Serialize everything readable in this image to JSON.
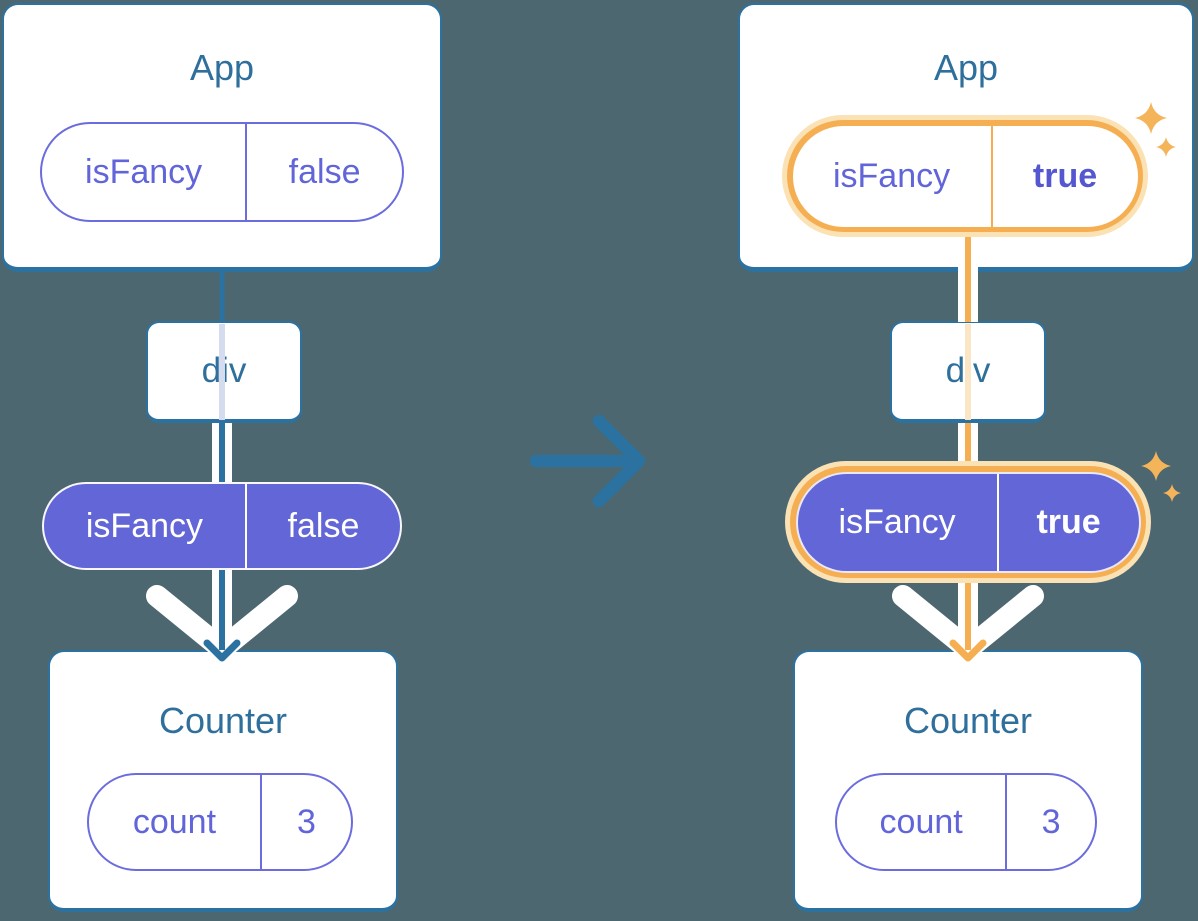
{
  "colors": {
    "bg": "#4D6770",
    "lineBlue": "#2C72A1",
    "textBlue": "#2E6F9B",
    "purpleFill": "#6366D6",
    "purpleBorder": "#6B6CDE",
    "purpleText": "#6165D9",
    "purpleBold": "#5457CF",
    "orange": "#F5AF52",
    "orangeHalo": "#FBE2B4",
    "orangePale": "#FAE5C4",
    "bluePale": "#D6DCEF",
    "sparkle": "#F4B45A",
    "arrowBlue": "#2C72A1"
  },
  "before": {
    "app": {
      "title": "App",
      "state_pill": {
        "key": "isFancy",
        "value": "false"
      }
    },
    "div_label": "div",
    "prop_pill": {
      "key": "isFancy",
      "value": "false"
    },
    "counter": {
      "title": "Counter",
      "state_pill": {
        "key": "count",
        "value": "3"
      }
    }
  },
  "after": {
    "app": {
      "title": "App",
      "state_pill": {
        "key": "isFancy",
        "value": "true"
      }
    },
    "div_label": "div",
    "prop_pill": {
      "key": "isFancy",
      "value": "true"
    },
    "counter": {
      "title": "Counter",
      "state_pill": {
        "key": "count",
        "value": "3"
      }
    }
  },
  "icons": {
    "transition_arrow": "right-arrow",
    "highlight": "sparkle"
  }
}
